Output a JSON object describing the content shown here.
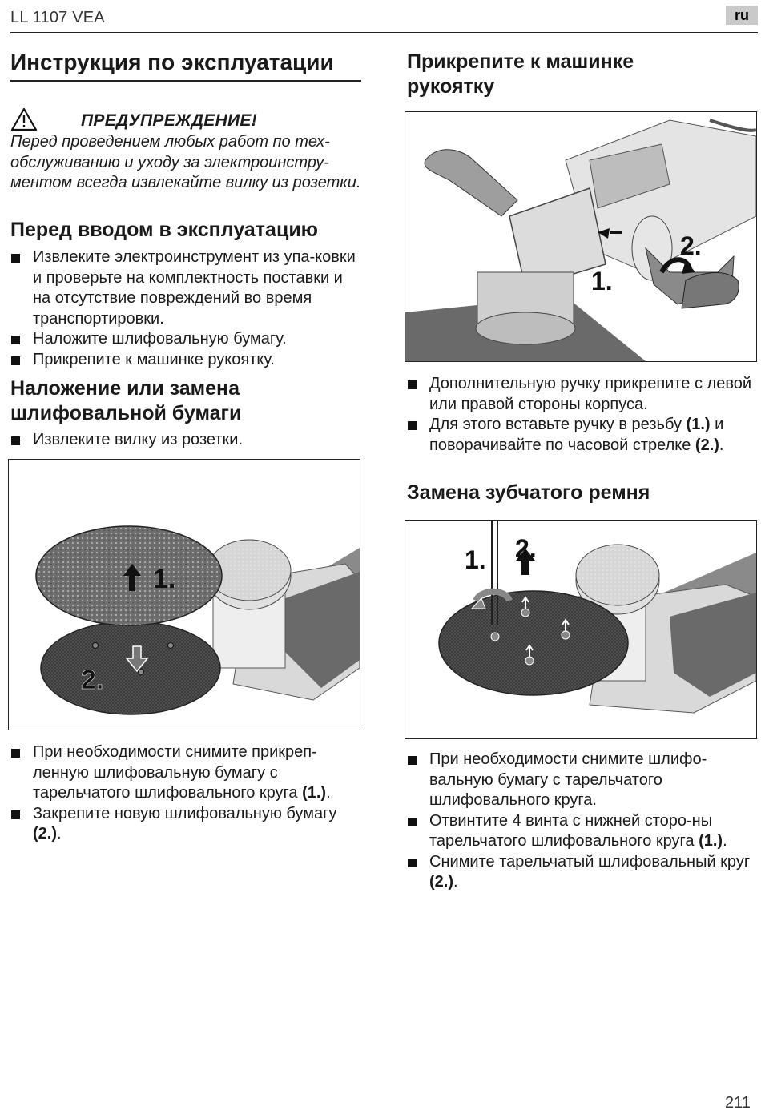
{
  "header": {
    "model": "LL 1107 VEA",
    "lang": "ru"
  },
  "left": {
    "main_title": "Инструкция по эксплуатации",
    "warning": {
      "title": "ПРЕДУПРЕЖДЕНИЕ!",
      "text": "Перед проведением любых работ по тех-обслуживанию и уходу за электроинстру-ментом всегда извлекайте вилку из розетки."
    },
    "before_use": {
      "heading": "Перед вводом в эксплуатацию",
      "items": [
        "Извлеките электроинструмент из упа-ковки и проверьте на комплектность поставки и на отсутствие повреждений во время транспортировки.",
        "Наложите шлифовальную бумагу.",
        "Прикрепите к машинке рукоятку."
      ]
    },
    "paper": {
      "heading_line1": "Наложение или замена",
      "heading_line2": "шлифовальной бумаги",
      "items_top": [
        "Извлеките вилку из розетки."
      ],
      "figure_labels": [
        "1.",
        "2."
      ],
      "items_bottom": [
        {
          "text": "При необходимости снимите прикреп-ленную шлифовальную бумагу с тарельчатого шлифовального круга ",
          "ref": "(1.)",
          "end": "."
        },
        {
          "text": "Закрепите новую шлифовальную бумагу ",
          "ref": "(2.)",
          "end": "."
        }
      ]
    }
  },
  "right": {
    "handle": {
      "heading_line1": "Прикрепите к машинке",
      "heading_line2": "рукоятку",
      "figure_labels": [
        "1.",
        "2."
      ],
      "item1": "Дополнительную ручку прикрепите с левой или правой стороны корпуса.",
      "item2_a": "Для этого вставьте ручку в резьбу ",
      "item2_ref1": "(1.)",
      "item2_b": " и поворачивайте по часовой стрелке ",
      "item2_ref2": "(2.)",
      "item2_end": "."
    },
    "belt": {
      "heading": "Замена зубчатого ремня",
      "figure_labels": [
        "1.",
        "2."
      ],
      "items": [
        {
          "text": "При необходимости снимите шлифо-вальную бумагу с тарельчатого шлифовального круга.",
          "ref": "",
          "end": ""
        },
        {
          "text": "Отвинтите 4 винта с нижней сторо-ны тарельчатого шлифовального круга ",
          "ref": "(1.)",
          "end": "."
        },
        {
          "text": "Снимите тарельчатый шлифовальный круг ",
          "ref": "(2.)",
          "end": "."
        }
      ]
    }
  },
  "footer": {
    "page_number": "211"
  }
}
